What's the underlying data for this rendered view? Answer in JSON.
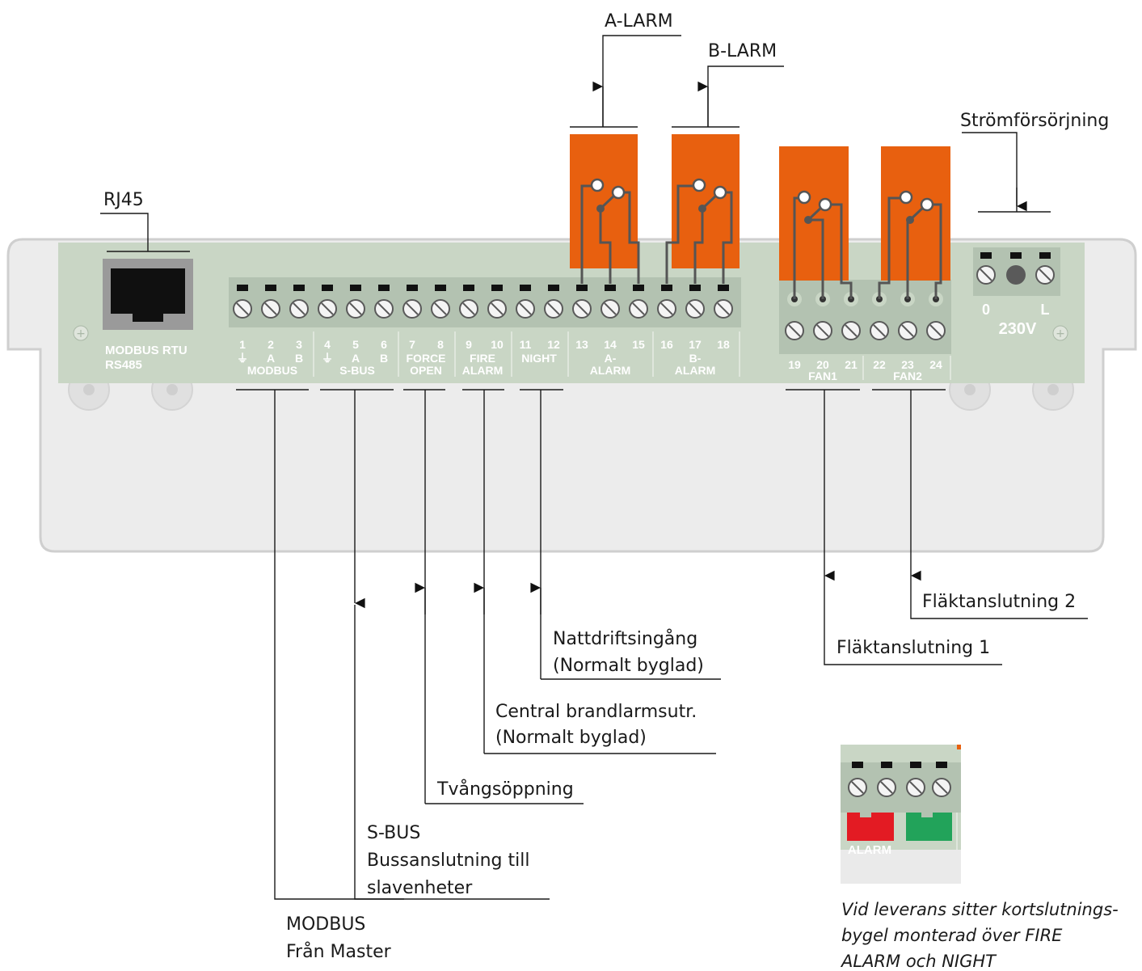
{
  "labels": {
    "rj45": "RJ45",
    "a_larm": "A-LARM",
    "b_larm": "B-LARM",
    "power": "Strömförsörjning",
    "fan2": "Fläktanslutning 2",
    "fan1": "Fläktanslutning 1",
    "night_l1": "Nattdriftsingång",
    "night_l2": "(Normalt byglad)",
    "fire_l1": "Central brandlarmsutr.",
    "fire_l2": "(Normalt byglad)",
    "force": "Tvångsöppning",
    "sbus_l1": "S-BUS",
    "sbus_l2": "Bussanslutning till",
    "sbus_l3": "slavenheter",
    "modbus_l1": "MODBUS",
    "modbus_l2": "Från Master",
    "note_l1": "Vid leverans sitter kortslutnings-",
    "note_l2": "bygel monterad över FIRE",
    "note_l3": "ALARM och NIGHT"
  },
  "board": {
    "modbus_rtu": "MODBUS RTU",
    "rs485": "RS485",
    "t1": "1",
    "t2": "2",
    "t3": "3",
    "t4": "4",
    "t5": "5",
    "t6": "6",
    "t7": "7",
    "t8": "8",
    "t9": "9",
    "t10": "10",
    "t11": "11",
    "t12": "12",
    "t13": "13",
    "t14": "14",
    "t15": "15",
    "t16": "16",
    "t17": "17",
    "t18": "18",
    "t19": "19",
    "t20": "20",
    "t21": "21",
    "t22": "22",
    "t23": "23",
    "t24": "24",
    "ground": "⏚",
    "a": "A",
    "b": "B",
    "modbus": "MODBUS",
    "sbus": "S-BUS",
    "force": "FORCE",
    "open": "OPEN",
    "fire": "FIRE",
    "alarm": "ALARM",
    "night": "NIGHT",
    "a_dash": "A-",
    "b_dash": "B-",
    "fan1": "FAN1",
    "fan2": "FAN2",
    "zero": "0",
    "l": "L",
    "volt": "230V",
    "inset_alarm": "ALARM"
  },
  "colors": {
    "board": "#c9d6c5",
    "relay": "#e8600f",
    "enclosure": "#ececec",
    "jumper_red": "#e31b23",
    "jumper_green": "#22a35a"
  }
}
